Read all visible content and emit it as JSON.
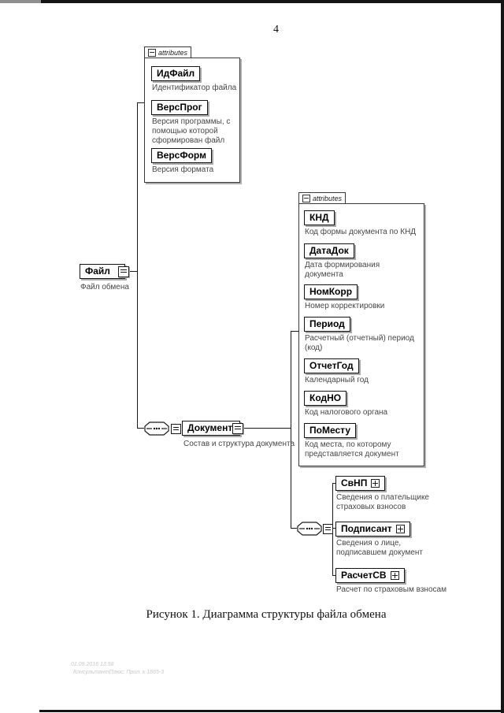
{
  "page": {
    "number": "4",
    "caption": "Рисунок 1. Диаграмма структуры файла обмена",
    "footer_line1": "01.09.2016 13:58",
    "footer_line2": "КонсультантПлюс: Прил. к 1865-3"
  },
  "icons": {
    "collapse": "minus-square-icon",
    "expand": "plus-square-icon",
    "content_handle": "content-handle-icon",
    "compositor": "sequence-octagon-icon"
  },
  "colors": {
    "line": "#1a1a1a",
    "shadow": "#a9a9a9",
    "annotation": "#474747"
  },
  "diagram": {
    "file": {
      "name": "Файл",
      "annotation": "Файл обмена"
    },
    "file_attributes": {
      "header": "attributes",
      "items": [
        {
          "name": "ИдФайл",
          "annotation": "Идентификатор файла"
        },
        {
          "name": "ВерсПрог",
          "annotation": "Версия программы, с помощью которой сформирован файл"
        },
        {
          "name": "ВерсФорм",
          "annotation": "Версия формата"
        }
      ]
    },
    "document": {
      "name": "Документ",
      "annotation": "Состав и структура документа"
    },
    "document_attributes": {
      "header": "attributes",
      "items": [
        {
          "name": "КНД",
          "annotation": "Код формы документа по КНД"
        },
        {
          "name": "ДатаДок",
          "annotation": "Дата формирования документа"
        },
        {
          "name": "НомКорр",
          "annotation": "Номер корректировки"
        },
        {
          "name": "Период",
          "annotation": "Расчетный (отчетный) период (код)"
        },
        {
          "name": "ОтчетГод",
          "annotation": "Календарный год"
        },
        {
          "name": "КодНО",
          "annotation": "Код налогового органа"
        },
        {
          "name": "ПоМесту",
          "annotation": "Код места, по которому представляется документ"
        }
      ]
    },
    "document_children": [
      {
        "name": "СвНП",
        "annotation": "Сведения о плательщике страховых взносов"
      },
      {
        "name": "Подписант",
        "annotation": "Сведения о лице, подписавшем документ"
      },
      {
        "name": "РасчетСВ",
        "annotation": "Расчет по страховым взносам"
      }
    ]
  }
}
